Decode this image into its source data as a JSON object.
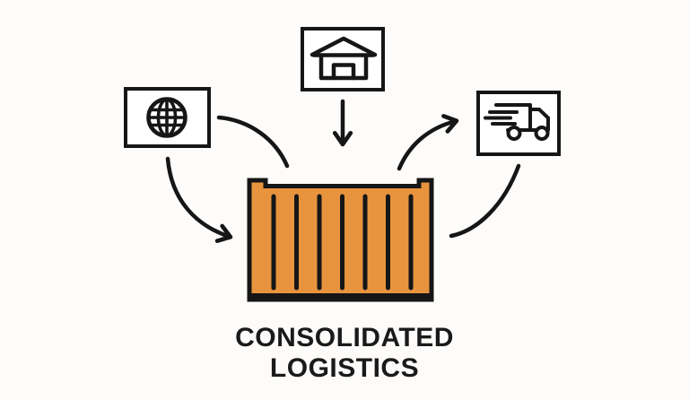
{
  "title": {
    "line1": "CONSOLIDATED",
    "line2": "LOGISTICS"
  },
  "colors": {
    "background": "#FDFCFA",
    "line": "#161616",
    "container_fill": "#E8943E",
    "box_fill": "#FFFFFF"
  },
  "diagram": {
    "type": "flow",
    "hub": {
      "name": "shipping-container",
      "icon": "shipping-container-icon",
      "fill": "#E8943E"
    },
    "sources": [
      {
        "name": "global-imports",
        "icon": "globe-icon"
      },
      {
        "name": "warehouse",
        "icon": "warehouse-icon"
      }
    ],
    "destinations": [
      {
        "name": "delivery",
        "icon": "delivery-truck-icon"
      }
    ],
    "flows": [
      {
        "from": "global-imports",
        "to": "shipping-container"
      },
      {
        "from": "warehouse",
        "to": "shipping-container"
      },
      {
        "from": "shipping-container",
        "to": "delivery"
      }
    ]
  }
}
